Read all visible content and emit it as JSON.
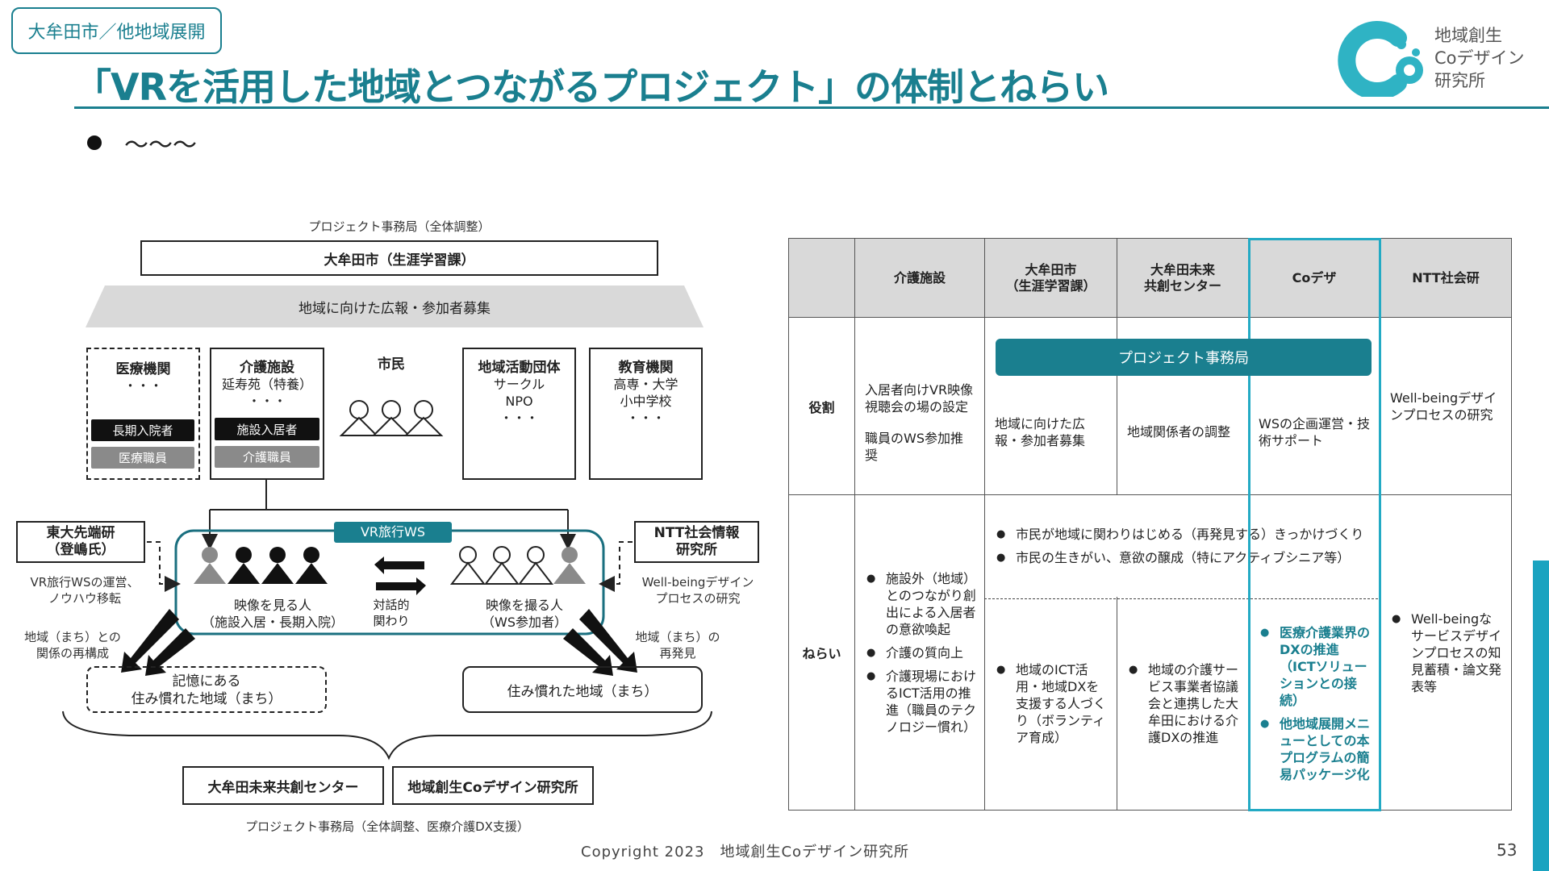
{
  "header": {
    "tag": "大牟田市／他地域展開",
    "title": "「VRを活用した地域とつながるプロジェクト」の体制とねらい",
    "bullet": "～～～",
    "logo_lines": [
      "地域創生",
      "Coデザイン",
      "研究所"
    ],
    "logo_color": "#2fb3c4"
  },
  "diagram": {
    "top_caption": "プロジェクト事務局（全体調整）",
    "top_box": "大牟田市（生涯学習課）",
    "banner": "地域に向けた広報・参加者募集",
    "orgs": [
      {
        "title": "医療機関",
        "sub": "・・・",
        "pills": [
          "長期入院者",
          "医療職員"
        ]
      },
      {
        "title": "介護施設",
        "sub": "延寿苑（特養）",
        "sub2": "・・・",
        "pills": [
          "施設入居者",
          "介護職員"
        ]
      },
      {
        "title": "市民"
      },
      {
        "title": "地域活動団体",
        "sub": "サークル",
        "sub2": "NPO",
        "sub3": "・・・"
      },
      {
        "title": "教育機関",
        "sub": "高専・大学",
        "sub2": "小中学校",
        "sub3": "・・・"
      }
    ],
    "ws_label": "VR旅行WS",
    "watchers_1": "映像を見る人",
    "watchers_2": "（施設入居・長期入院）",
    "dialogue_1": "対話的",
    "dialogue_2": "関わり",
    "shooters_1": "映像を撮る人",
    "shooters_2": "（WS参加者）",
    "left_org_1": "東大先端研",
    "left_org_2": "（登嶋氏）",
    "left_org_desc_1": "VR旅行WSの運営、",
    "left_org_desc_2": "ノウハウ移転",
    "right_org_1": "NTT社会情報",
    "right_org_2": "研究所",
    "right_org_desc_1": "Well-beingデザイン",
    "right_org_desc_2": "プロセスの研究",
    "left_arrow_1": "地域（まち）との",
    "left_arrow_2": "関係の再構成",
    "right_arrow_1": "地域（まち）の",
    "right_arrow_2": "再発見",
    "memory_1": "記憶にある",
    "memory_2": "住み慣れた地域（まち）",
    "familiar": "住み慣れた地域（まち）",
    "bottom_box_1": "大牟田未来共創センター",
    "bottom_box_2": "地域創生Coデザイン研究所",
    "bottom_caption": "プロジェクト事務局（全体調整、医療介護DX支援）"
  },
  "table": {
    "headers": [
      "介護施設",
      "大牟田市",
      "（生涯学習課）",
      "大牟田未来",
      "共創センター",
      "Coデザ",
      "NTT社会研"
    ],
    "row_role": "役割",
    "row_aim": "ねらい",
    "pm_bar": "プロジェクト事務局",
    "role_kaigo_1": "入居者向けVR映像視聴会の場の設定",
    "role_kaigo_2": "職員のWS参加推奨",
    "role_city": "地域に向けた広報・参加者募集",
    "role_center": "地域関係者の調整",
    "role_codesign": "WSの企画運営・技術サポート",
    "role_ntt": "Well-beingデザインプロセスの研究",
    "aim_kaigo": [
      "施設外（地域）とのつながり創出による入居者の意欲喚起",
      "介護の質向上",
      "介護現場におけるICT活用の推進（職員のテクノロジー慣れ）"
    ],
    "aim_shared": [
      "市民が地域に関わりはじめる（再発見する）きっかけづくり",
      "市民の生きがい、意欲の醸成（特にアクティブシニア等）"
    ],
    "aim_city": "地域のICT活用・地域DXを支援する人づくり（ボランティア育成）",
    "aim_center": "地域の介護サービス事業者協議会と連携した大牟田における介護DXの推進",
    "aim_codesign": [
      "医療介護業界のDXの推進（ICTソリューションとの接続）",
      "他地域展開メニューとしての本プログラムの簡易パッケージ化"
    ],
    "aim_ntt": "Well-beingなサービスデザインプロセスの知見蓄積・論文発表等"
  },
  "footer": {
    "copyright": "Copyright 2023　地域創生Coデザイン研究所",
    "page": "53"
  }
}
